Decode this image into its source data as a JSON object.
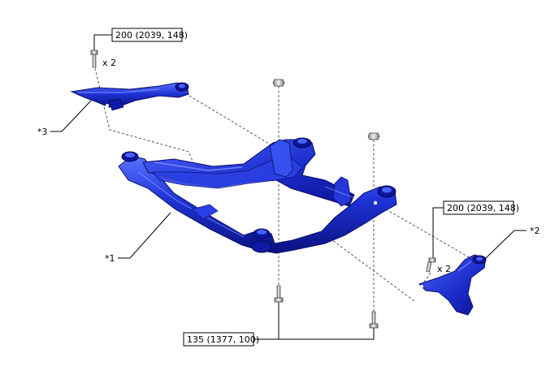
{
  "torque_specs": {
    "top_left": "200 (2039, 148)",
    "right": "200 (2039, 148)",
    "bottom": "135 (1377, 100)"
  },
  "quantities": {
    "top_left": "x 2",
    "right": "x 2"
  },
  "part_labels": {
    "p1": "*1",
    "p2": "*2",
    "p3": "*3"
  },
  "colors": {
    "part_main": "#1a2fd6",
    "part_dark": "#0a128a",
    "part_light": "#4c66ff",
    "bolt": "#d0d0d0",
    "line": "#000000"
  }
}
